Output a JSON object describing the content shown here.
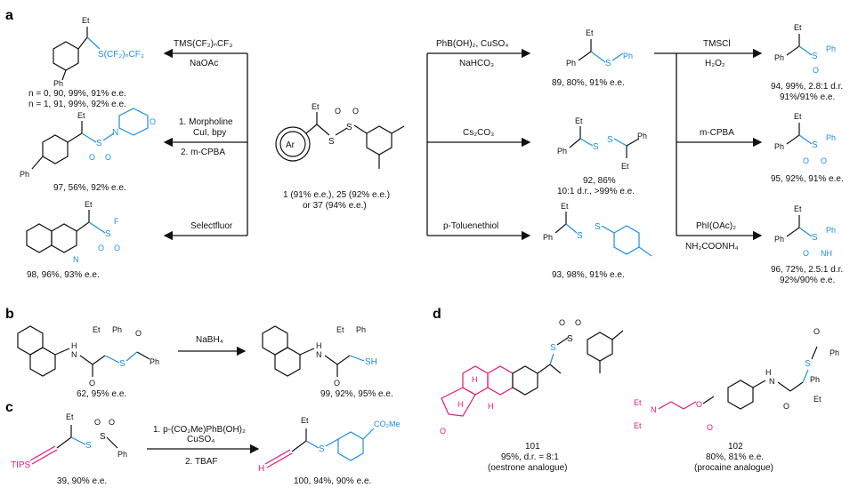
{
  "panels": {
    "a": "a",
    "b": "b",
    "c": "c",
    "d": "d"
  },
  "atoms": {
    "Et": "Et",
    "Ph": "Ph",
    "S": "S",
    "O": "O",
    "F": "F",
    "N": "N",
    "H": "H",
    "NH": "NH",
    "SH": "SH",
    "Ar": "Ar",
    "TIPS": "TIPS",
    "CO2Me": "CO₂Me"
  },
  "center": {
    "line1": "1 (91% e.e.), 25 (92% e.e.)",
    "line2": "or 37 (94% e.e.)"
  },
  "left_reactions": {
    "r1_top": "TMS(CF₂)ₙCF₃",
    "r1_bottom": "NaOAc",
    "r2_top1": "1. Morpholine",
    "r2_top2": "CuI, bpy",
    "r2_bottom": "2. m-CPBA",
    "r3_top": "Selectfluor"
  },
  "left_products": {
    "p90_sub": "S(CF₂)ₙCF₃",
    "p90_line1": "n = 0, 90, 99%, 91% e.e.",
    "p91_line2": "n = 1, 91, 99%, 92% e.e.",
    "p97": "97, 56%, 92% e.e.",
    "p98": "98, 96%, 93% e.e."
  },
  "right_reactions": {
    "r1_top": "PhB(OH)₂, CuSO₄",
    "r1_bottom": "NaHCO₃",
    "r2_top": "Cs₂CO₃",
    "r3_top": "p-Toluenethiol"
  },
  "right_products": {
    "p89": "89, 80%, 91% e.e.",
    "p92_line1": "92, 86%",
    "p92_line2": "10:1 d.r., >99% e.e.",
    "p93": "93, 98%, 91% e.e."
  },
  "far_right_reactions": {
    "r1_top": "TMSCl",
    "r1_bottom": "H₂O₂",
    "r2_top": "m-CPBA",
    "r3_top": "PhI(OAc)₂",
    "r3_bottom": "NH₂COONH₄"
  },
  "far_right_products": {
    "p94_line1": "94, 99%, 2.8:1 d.r.",
    "p94_line2": "91%/91% e.e.",
    "p95": "95, 92%, 91% e.e.",
    "p96_line1": "96, 72%, 2.5:1 d.r.",
    "p96_line2": "92%/90% e.e."
  },
  "panel_b": {
    "reagent": "NaBH₄",
    "p62": "62, 95% e.e.",
    "p99": "99, 92%, 95% e.e."
  },
  "panel_c": {
    "reagent1": "1. p-(CO₂Me)PhB(OH)₂",
    "reagent1b": "CuSO₄",
    "reagent2": "2. TBAF",
    "p39": "39, 90% e.e.",
    "p100": "100, 94%, 90% e.e."
  },
  "panel_d": {
    "p101_id": "101",
    "p101_line1": "95%, d.r. = 8:1",
    "p101_line2": "(oestrone analogue)",
    "p102_id": "102",
    "p102_line1": "80%, 81% e.e.",
    "p102_line2": "(procaine analogue)"
  },
  "colors": {
    "blue": "#1f8ee0",
    "pink": "#e0197b",
    "black": "#111111"
  }
}
